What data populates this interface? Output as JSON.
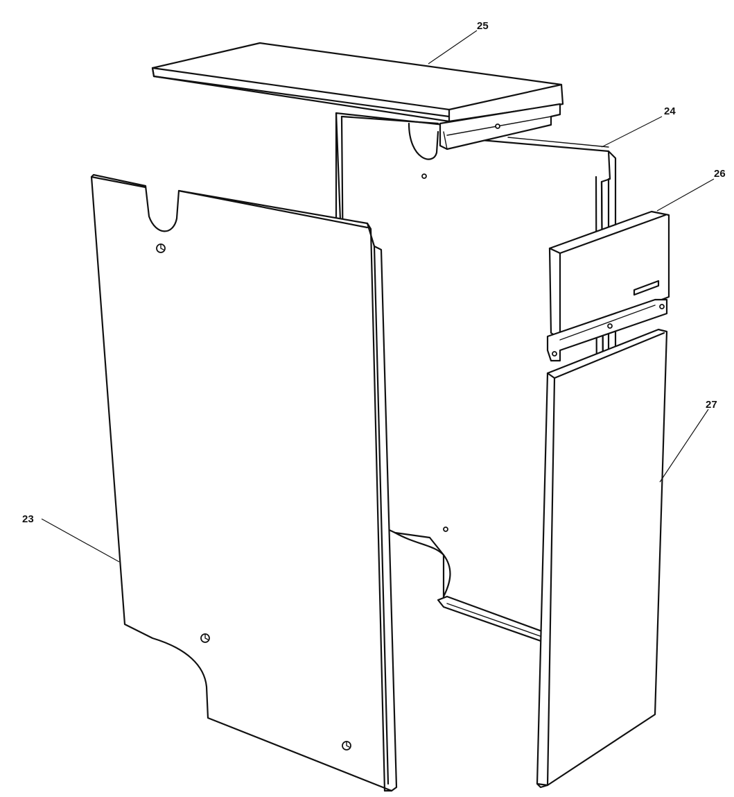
{
  "callouts": [
    {
      "id": "p23",
      "label": "23"
    },
    {
      "id": "p24",
      "label": "24"
    },
    {
      "id": "p25",
      "label": "25"
    },
    {
      "id": "p26",
      "label": "26"
    },
    {
      "id": "p27",
      "label": "27"
    }
  ],
  "colors": {
    "line": "#111111",
    "background": "#ffffff"
  }
}
